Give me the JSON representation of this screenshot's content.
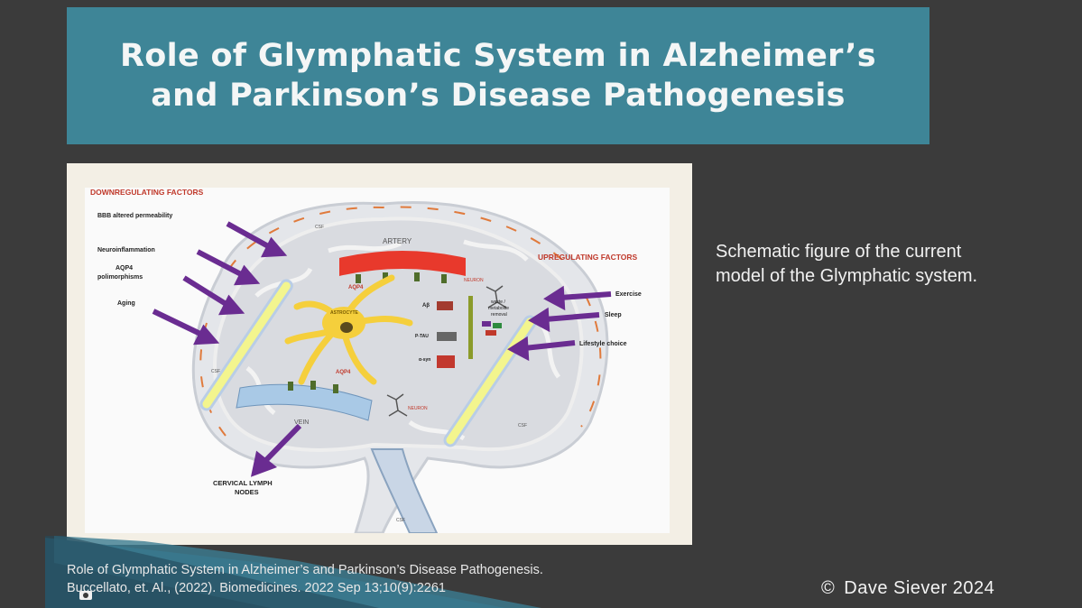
{
  "slide": {
    "title": "Role of Glymphatic System in Alzheimer’s and Parkinson’s Disease Pathogenesis",
    "caption": "Schematic figure of the current model of the Glymphatic system.",
    "citation_line1": "Role of Glymphatic System in Alzheimer’s and Parkinson’s Disease Pathogenesis.",
    "citation_line2": "Buccellato, et. Al., (2022). Biomedicines. 2022 Sep 13;10(9):2261",
    "copyright_symbol": "©",
    "copyright_text": "Dave Siever 2024"
  },
  "figure": {
    "downregulating_title": "DOWNREGULATING FACTORS",
    "downregulating_items": [
      "BBB altered permeability",
      "Neuroinflammation",
      "AQP4",
      "polimorphisms",
      "Aging"
    ],
    "upregulating_title": "UPREGULATING FACTORS",
    "upregulating_items": [
      "Exercise",
      "Sleep",
      "Lifestyle choice"
    ],
    "artery": "ARTERY",
    "vein": "VEIN",
    "astrocyte": "ASTROCYTE",
    "neuron": "NEURON",
    "aqp4": "AQP4",
    "abeta": "Aβ",
    "ptau": "P-TAU",
    "asyn": "α-syn",
    "waste": "waste /",
    "waste2": "metabolite",
    "waste3": "removal",
    "cervical1": "CERVICAL LYMPH",
    "cervical2": "NODES",
    "csf": "CSF"
  },
  "colors": {
    "title_bar": "#3e8597",
    "background": "#3b3b3b",
    "arrow_purple": "#6a2c91",
    "downregulating_red": "#c0392b",
    "artery_red": "#e8392c",
    "vein_blue": "#9fc3e0",
    "astrocyte_yellow": "#f5cf3c"
  }
}
